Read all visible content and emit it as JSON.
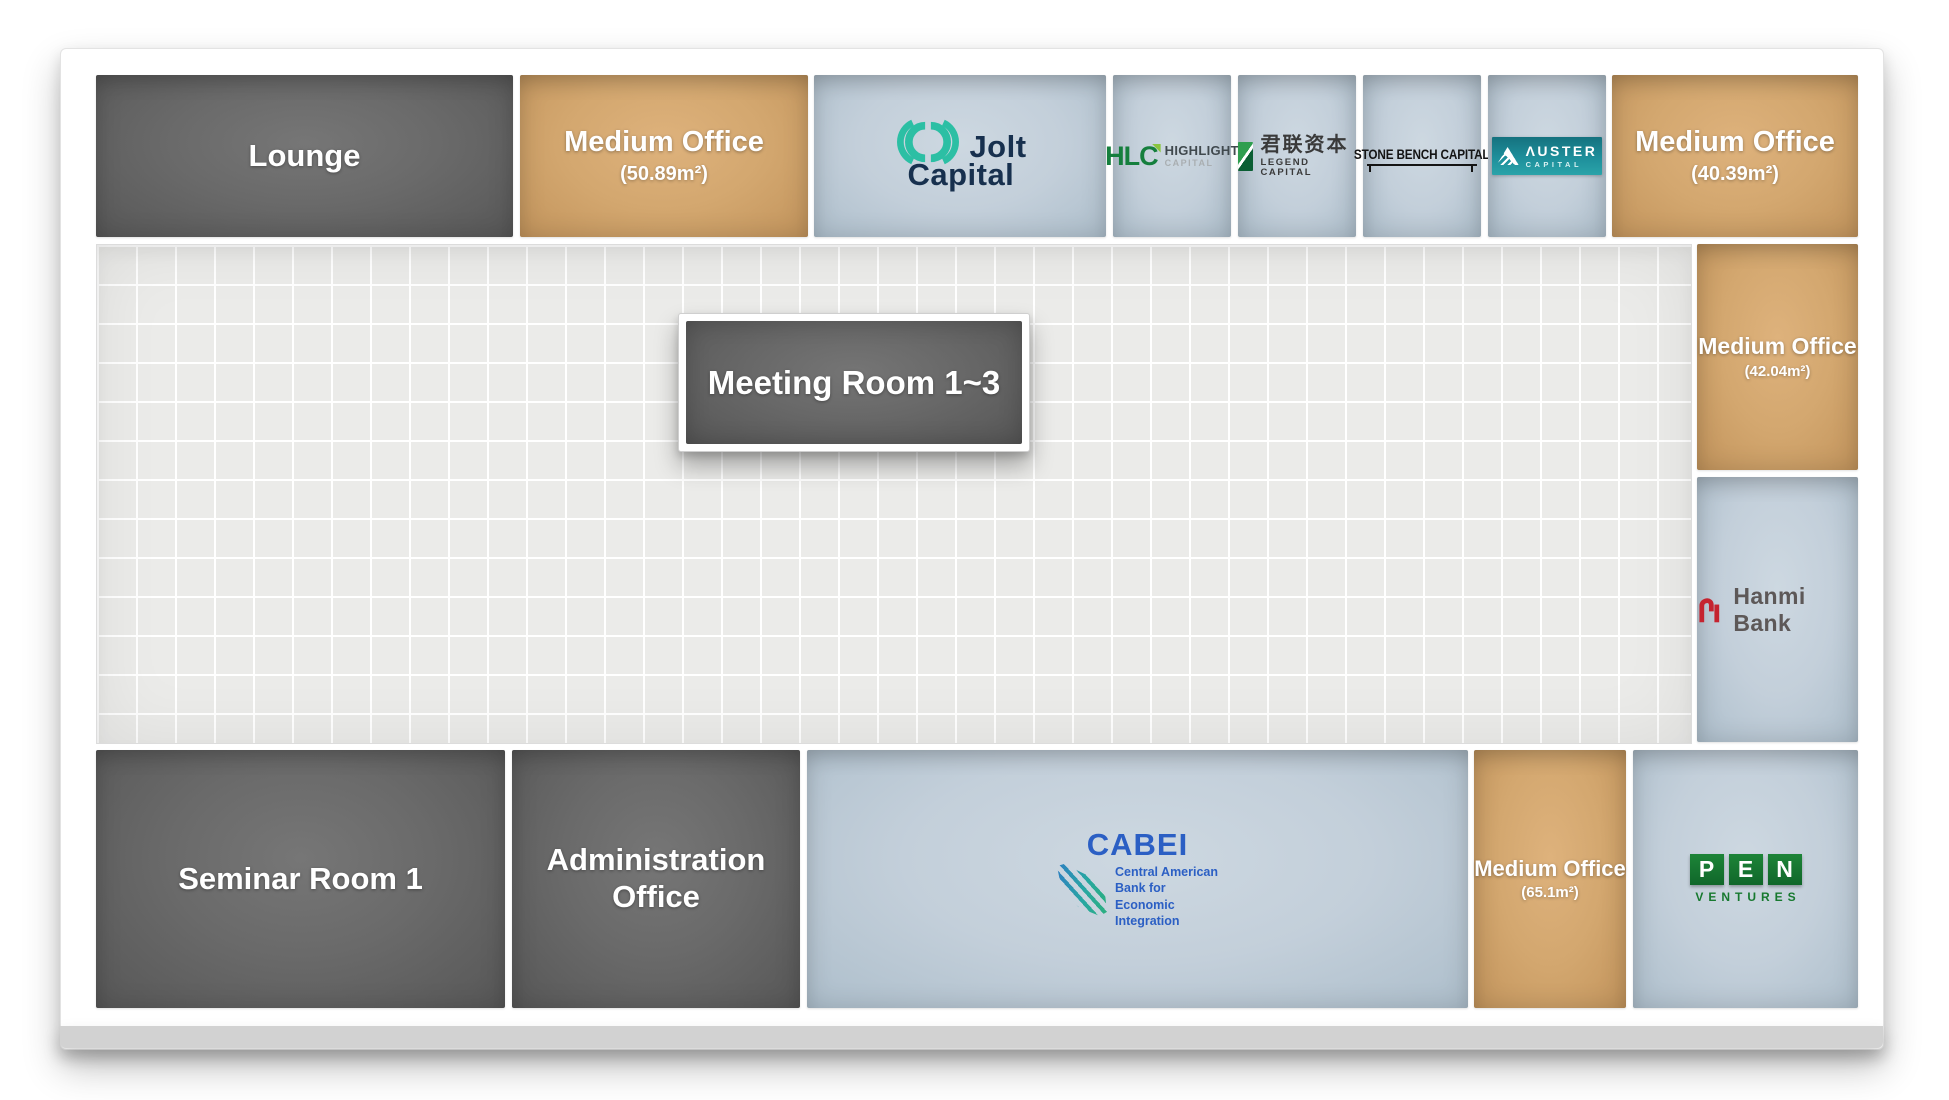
{
  "rooms": {
    "lounge": {
      "label": "Lounge"
    },
    "medium_office_top_left": {
      "label": "Medium Office",
      "area": "(50.89m²)"
    },
    "medium_office_top_right": {
      "label": "Medium Office",
      "area": "(40.39m²)"
    },
    "medium_office_right": {
      "label": "Medium Office",
      "area": "(42.04m²)"
    },
    "medium_office_bottom": {
      "label": "Medium Office",
      "area": "(65.1m²)"
    },
    "meeting_room": {
      "label": "Meeting Room 1~3"
    },
    "seminar_room": {
      "label": "Seminar Room 1"
    },
    "admin_office": {
      "label": "Administration Office"
    }
  },
  "tenants": {
    "jolt_capital": {
      "word1": "Jolt",
      "word2": "Capital"
    },
    "highlight_capital": {
      "abbr": "HLC",
      "name": "HIGHLIGHT",
      "sub": "CAPITAL"
    },
    "legend_capital": {
      "cjk": "君联资本",
      "name": "LEGEND CAPITAL"
    },
    "stone_bench_capital": {
      "name": "STONE BENCH CAPITAL"
    },
    "auster_capital": {
      "name": "ΛUSTER",
      "sub": "CAPITAL"
    },
    "hanmi_bank": {
      "name": "Hanmi Bank"
    },
    "cabei": {
      "abbr": "CABEI",
      "desc_lines": [
        "Central American",
        "Bank for",
        "Economic",
        "Integration"
      ]
    },
    "pen_ventures": {
      "letters": [
        "P",
        "E",
        "N"
      ],
      "sub": "VENTURES"
    }
  },
  "colors": {
    "room_dark": "#6a6a6a",
    "room_tan": "#d3a76f",
    "room_blue": "#c3cfda",
    "floor": "#ebebe9",
    "frame_white": "#ffffff",
    "corner_tab_gray": "#b3b3b3",
    "bottom_rail_gray": "#d2d2d2",
    "jolt_teal": "#2cbfa4",
    "jolt_navy": "#17304e",
    "highlight_green": "#157f3d",
    "legend_bright_green": "#2f9e4f",
    "legend_dark_green": "#0b5e33",
    "stone_black": "#141414",
    "auster_teal": "#1e8f9b",
    "hanmi_red": "#c5232f",
    "cabei_blue": "#2b5fc4",
    "pen_green": "#157a33"
  }
}
